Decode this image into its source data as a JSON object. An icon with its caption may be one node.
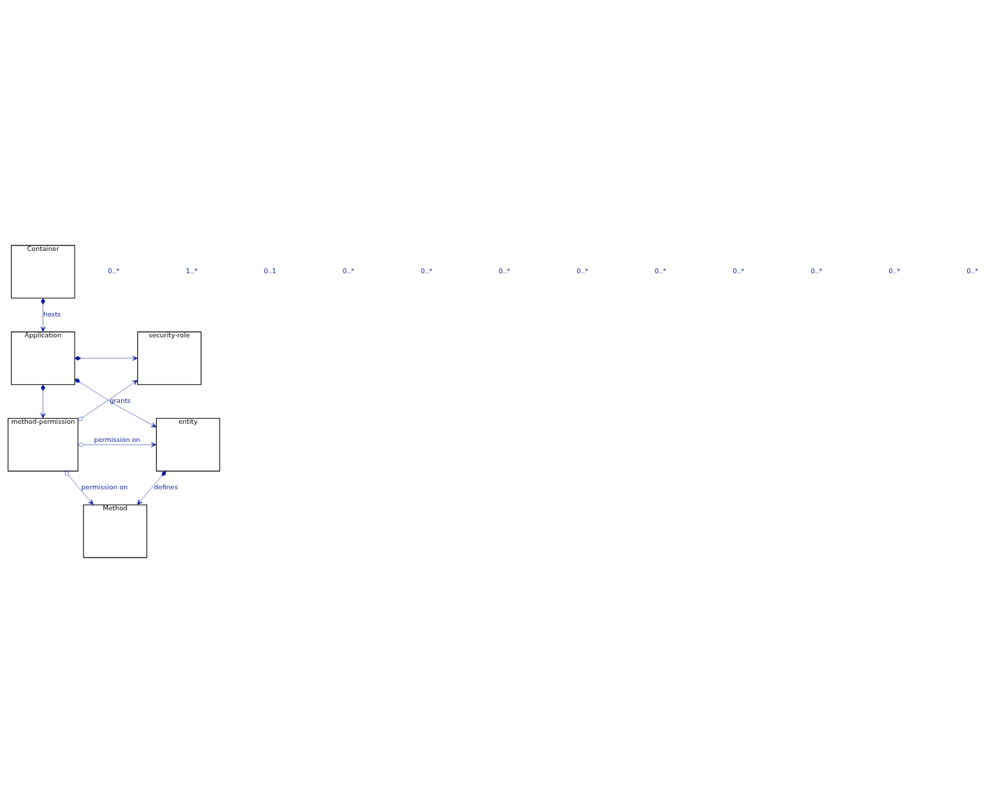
{
  "diagram": {
    "nodes": [
      {
        "text": [
          "Container"
        ]
      },
      {
        "text": [
          "Application"
        ]
      },
      {
        "text": [
          "security-role"
        ]
      },
      {
        "text": [
          "entity"
        ]
      },
      {
        "text": [
          "method-permission"
        ]
      },
      {
        "text": [
          "Method"
        ]
      }
    ],
    "edges": [
      {
        "from": 0,
        "to": 1,
        "arrow": "to",
        "label": "hosts"
      },
      {
        "from": 1,
        "to": 2,
        "arrow": "to"
      },
      {
        "from": 1,
        "to": 4,
        "arrow": "to"
      },
      {
        "from": 1,
        "to": 3,
        "arrow": "to"
      },
      {
        "from": 4,
        "to": 3,
        "arrow": "to",
        "label": "permission on"
      },
      {
        "from": 4,
        "to": 2,
        "arrow": "to",
        "label": "grants"
      },
      {
        "from": 3,
        "to": 5,
        "arrow": "to",
        "label": "defines"
      },
      {
        "from": 4,
        "to": 5,
        "arrow": "to",
        "label": "permission on"
      }
    ],
    "labels": [
      "0..*",
      "1..*",
      "0..1",
      "0..*",
      "0..*",
      "0..*",
      "0..*",
      "0..*",
      "0..*",
      "0..*",
      "0..*",
      "0..*"
    ]
  }
}
